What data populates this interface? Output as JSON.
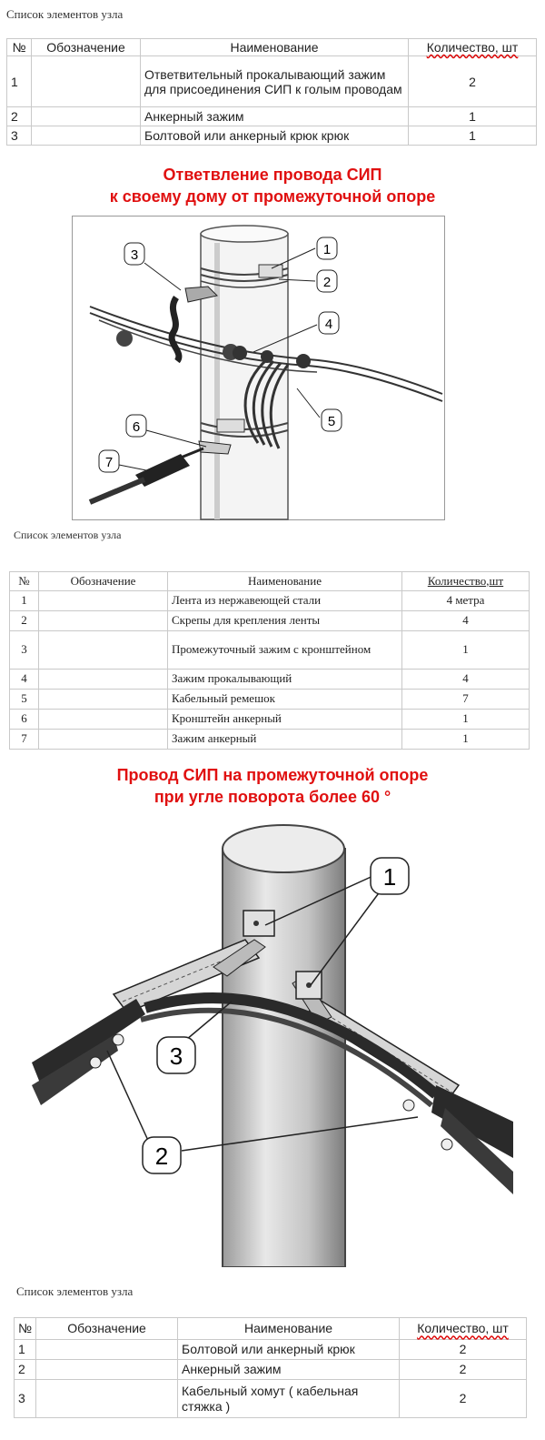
{
  "section1": {
    "caption": "Список элементов узла",
    "headers": [
      "№",
      "Обозначение",
      "Наименование",
      "Количество, шт"
    ],
    "rows": [
      {
        "n": "1",
        "code": "",
        "name": "Ответвительный прокалывающий зажим для присоединения СИП к голым проводам",
        "qty": "2"
      },
      {
        "n": "2",
        "code": "",
        "name": "Анкерный зажим",
        "qty": "1"
      },
      {
        "n": "3",
        "code": "",
        "name": "Болтовой или анкерный крюк крюк",
        "qty": "1"
      }
    ]
  },
  "heading1": {
    "line1": "Ответвление провода СИП",
    "line2": "к своему дому от промежуточной опоре"
  },
  "figure1": {
    "callouts": [
      "1",
      "2",
      "3",
      "4",
      "5",
      "6",
      "7"
    ]
  },
  "section2": {
    "caption": "Список элементов узла",
    "headers": [
      "№",
      "Обозначение",
      "Наименование",
      "Количество,шт"
    ],
    "rows": [
      {
        "n": "1",
        "code": "",
        "name": "Лента из нержавеющей стали",
        "qty": "4 метра"
      },
      {
        "n": "2",
        "code": "",
        "name": "Скрепы для крепления ленты",
        "qty": "4"
      },
      {
        "n": "3",
        "code": "",
        "name": "Промежуточный зажим с кронштейном",
        "qty": "1"
      },
      {
        "n": "4",
        "code": "",
        "name": "Зажим прокалывающий",
        "qty": "4"
      },
      {
        "n": "5",
        "code": "",
        "name": "Кабельный ремешок",
        "qty": "7"
      },
      {
        "n": "6",
        "code": "",
        "name": "Кронштейн анкерный",
        "qty": "1"
      },
      {
        "n": "7",
        "code": "",
        "name": "Зажим анкерный",
        "qty": "1"
      }
    ]
  },
  "heading2": {
    "line1": "Провод СИП на промежуточной опоре",
    "line2": "при угле поворота более 60 °"
  },
  "figure2": {
    "callouts": [
      "1",
      "3",
      "2"
    ]
  },
  "section3": {
    "caption": "Список элементов узла",
    "headers": [
      "№",
      "Обозначение",
      "Наименование",
      "Количество, шт"
    ],
    "rows": [
      {
        "n": "1",
        "code": "",
        "name": "Болтовой или анкерный крюк",
        "qty": "2"
      },
      {
        "n": "2",
        "code": "",
        "name": "Анкерный зажим",
        "qty": "2"
      },
      {
        "n": "3",
        "code": "",
        "name": "Кабельный хомут ( кабельная стяжка )",
        "qty": "2"
      }
    ]
  }
}
